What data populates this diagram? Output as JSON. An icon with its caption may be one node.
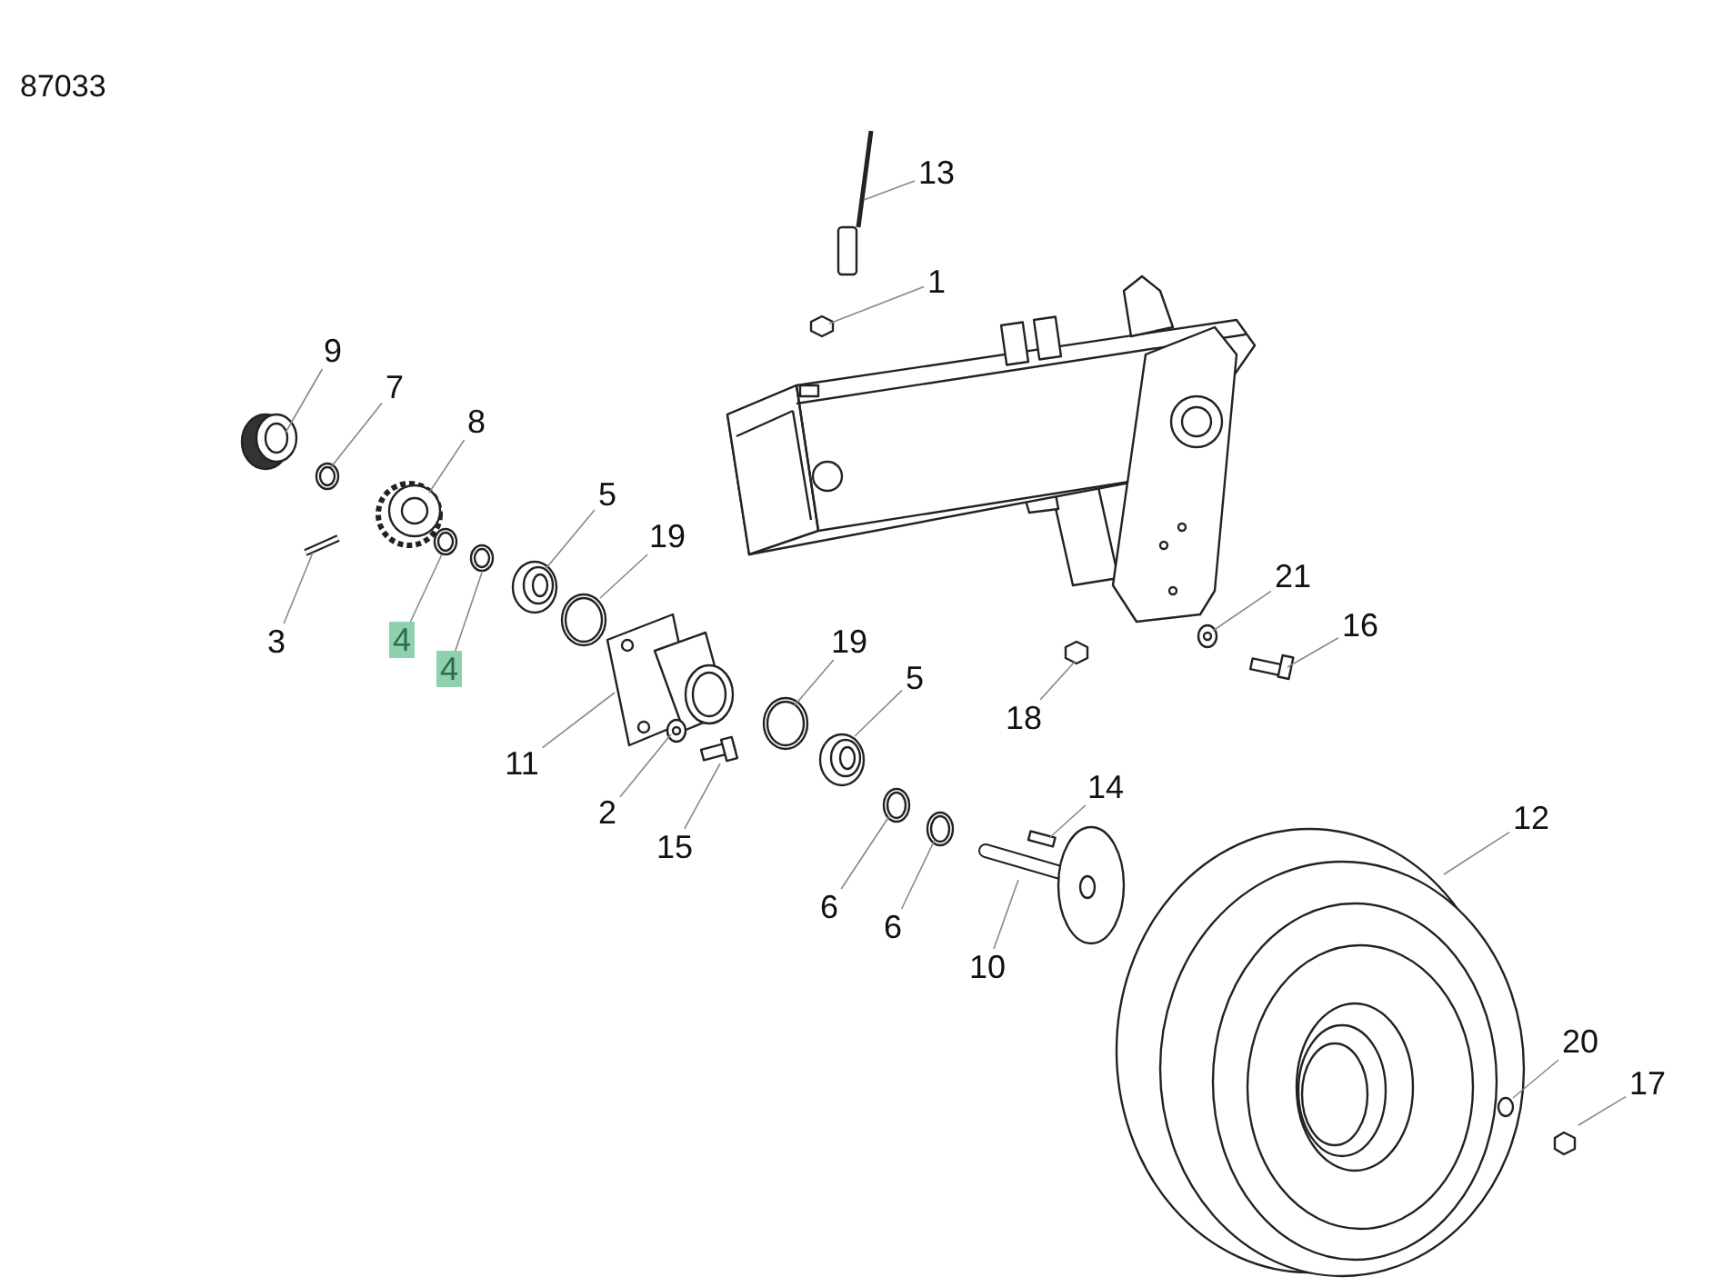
{
  "diagram": {
    "nodes": [
      {
        "text": [
          "13"
        ]
      },
      {
        "text": [
          "1"
        ]
      },
      {
        "text": [
          "9"
        ]
      },
      {
        "text": [
          "7"
        ]
      },
      {
        "text": [
          "8"
        ]
      },
      {
        "text": [
          "5"
        ]
      },
      {
        "text": [
          "19"
        ]
      },
      {
        "text": [
          "21"
        ]
      },
      {
        "text": [
          "16"
        ]
      },
      {
        "text": [
          "3"
        ]
      },
      {
        "text": [
          "4"
        ]
      },
      {
        "text": [
          "19"
        ]
      },
      {
        "text": [
          "4"
        ]
      },
      {
        "text": [
          "5"
        ]
      },
      {
        "text": [
          "18"
        ]
      },
      {
        "text": [
          "11"
        ]
      },
      {
        "text": [
          "14"
        ]
      },
      {
        "text": [
          "2"
        ]
      },
      {
        "text": [
          "12"
        ]
      },
      {
        "text": [
          "15"
        ]
      },
      {
        "text": [
          "6"
        ]
      },
      {
        "text": [
          "6"
        ]
      },
      {
        "text": [
          "10"
        ]
      },
      {
        "text": [
          "20"
        ]
      },
      {
        "text": [
          "17"
        ]
      }
    ],
    "edges": [
      {
        "from": 0,
        "to": null,
        "arrow": "none"
      },
      {
        "from": 1,
        "to": null,
        "arrow": "none"
      },
      {
        "from": 2,
        "to": null,
        "arrow": "none"
      },
      {
        "from": 3,
        "to": null,
        "arrow": "none"
      },
      {
        "from": 4,
        "to": null,
        "arrow": "none"
      },
      {
        "from": 5,
        "to": null,
        "arrow": "none"
      },
      {
        "from": 6,
        "to": null,
        "arrow": "none"
      },
      {
        "from": 7,
        "to": null,
        "arrow": "none"
      },
      {
        "from": 8,
        "to": null,
        "arrow": "none"
      },
      {
        "from": 9,
        "to": null,
        "arrow": "none"
      },
      {
        "from": 10,
        "to": null,
        "arrow": "none"
      },
      {
        "from": 11,
        "to": null,
        "arrow": "none"
      },
      {
        "from": 12,
        "to": null,
        "arrow": "none"
      },
      {
        "from": 13,
        "to": null,
        "arrow": "none"
      },
      {
        "from": 14,
        "to": null,
        "arrow": "none"
      },
      {
        "from": 15,
        "to": null,
        "arrow": "none"
      },
      {
        "from": 16,
        "to": null,
        "arrow": "none"
      },
      {
        "from": 17,
        "to": null,
        "arrow": "none"
      },
      {
        "from": 18,
        "to": null,
        "arrow": "none"
      },
      {
        "from": 19,
        "to": null,
        "arrow": "none"
      },
      {
        "from": 20,
        "to": null,
        "arrow": "none"
      },
      {
        "from": 21,
        "to": null,
        "arrow": "none"
      },
      {
        "from": 22,
        "to": null,
        "arrow": "none"
      },
      {
        "from": 23,
        "to": null,
        "arrow": "none"
      },
      {
        "from": 24,
        "to": null,
        "arrow": "none"
      }
    ],
    "labels": [
      "87033"
    ]
  }
}
